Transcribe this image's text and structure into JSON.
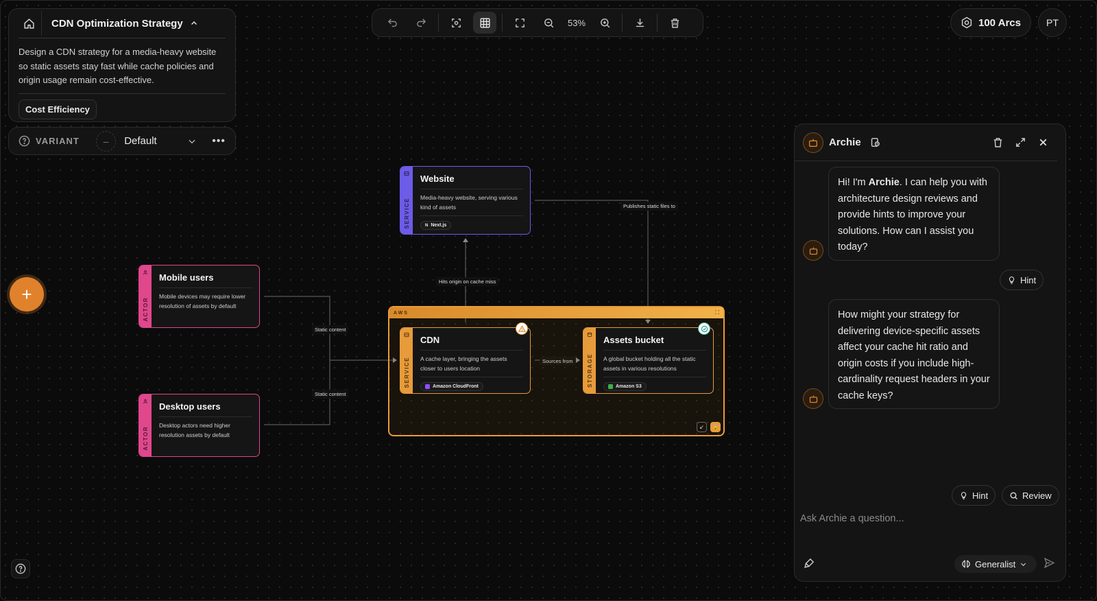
{
  "project": {
    "title": "CDN Optimization Strategy",
    "description": "Design a CDN strategy for a media-heavy website so static assets stay fast while cache policies and origin usage remain cost-effective.",
    "tag": "Cost Efficiency"
  },
  "variant": {
    "label": "VARIANT",
    "selected": "Default"
  },
  "toolbar": {
    "zoom": "53%"
  },
  "account": {
    "arcs": "100 Arcs",
    "initials": "PT"
  },
  "nodes": {
    "website": {
      "title": "Website",
      "kind": "SERVICE",
      "desc": "Media-heavy website, serving various kind of assets",
      "tech": "Next.js",
      "color": "#6c5ce7"
    },
    "mobile": {
      "title": "Mobile users",
      "kind": "ACTOR",
      "desc": "Mobile devices may require lower resolution of assets by default",
      "color": "#e0478c"
    },
    "desktop": {
      "title": "Desktop users",
      "kind": "ACTOR",
      "desc": "Desktop actors need higher resolution assets by default",
      "color": "#e0478c"
    },
    "cdn": {
      "title": "CDN",
      "kind": "SERVICE",
      "desc": "A cache layer, bringing the assets closer to users location",
      "tech": "Amazon CloudFront",
      "color": "#e89b3a"
    },
    "bucket": {
      "title": "Assets bucket",
      "kind": "STORAGE",
      "desc": "A global bucket holding all the static assets in various resolutions",
      "tech": "Amazon S3",
      "color": "#e89b3a"
    }
  },
  "group": {
    "label": "AWS"
  },
  "edges": {
    "publishes": "Publishes static files to",
    "hits_origin": "Hits origin on cache miss",
    "static_mobile": "Static content",
    "static_desktop": "Static content",
    "sources_from": "Sources from"
  },
  "chat": {
    "assistant_name": "Archie",
    "messages": [
      {
        "pre": "Hi! I'm ",
        "bold": "Archie",
        "post": ". I can help you with architecture design reviews and provide hints to improve your solutions. How can I assist you today?"
      },
      {
        "text": "How might your strategy for delivering device-specific assets affect your cache hit ratio and origin costs if you include high-cardinality request headers in your cache keys?"
      }
    ],
    "hint_label": "Hint",
    "review_label": "Review",
    "input_placeholder": "Ask Archie a question...",
    "mode": "Generalist"
  }
}
